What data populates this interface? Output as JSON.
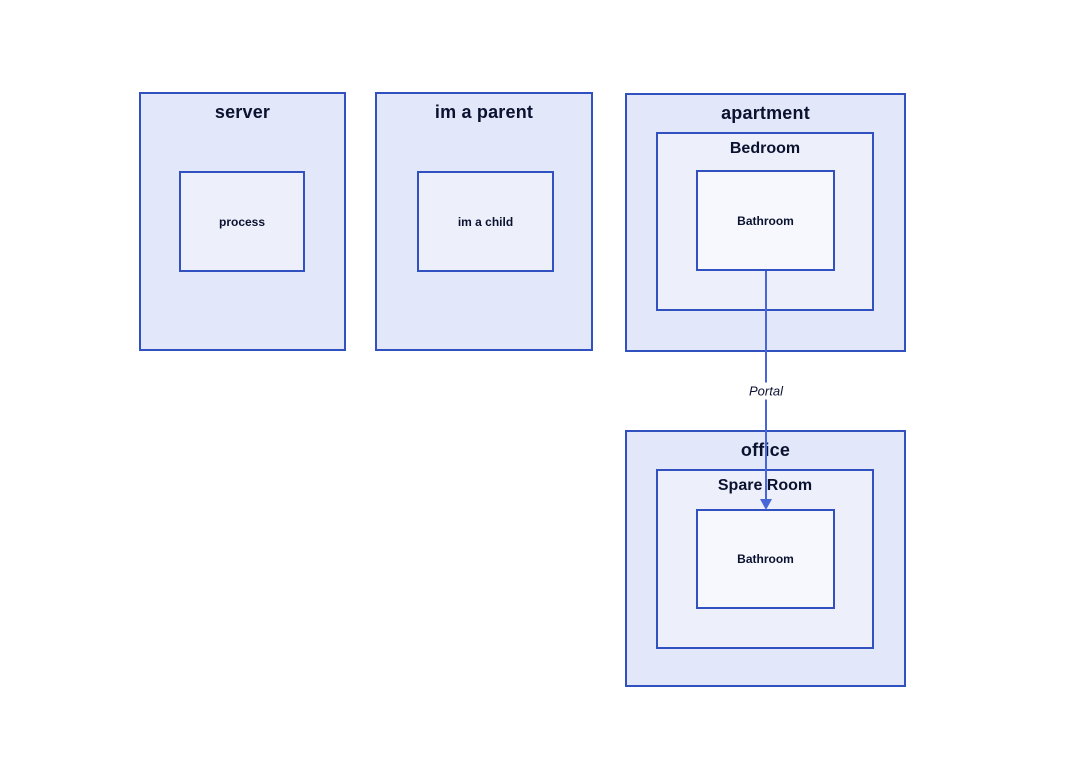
{
  "colors": {
    "canvas_bg": "#ffffff",
    "fill_l1": "#e2e8fa",
    "fill_l2": "#edf0fb",
    "fill_l3": "#f6f8fd",
    "border": "#3251c0",
    "edge": "#4767d8",
    "label": "#0b1230"
  },
  "nodes": {
    "server": {
      "label": "server"
    },
    "process": {
      "label": "process"
    },
    "parent": {
      "label": "im a parent"
    },
    "child": {
      "label": "im a child"
    },
    "apartment": {
      "label": "apartment"
    },
    "bedroom": {
      "label": "Bedroom"
    },
    "apartment_bathroom": {
      "label": "Bathroom"
    },
    "office": {
      "label": "office"
    },
    "spare_room": {
      "label": "Spare Room"
    },
    "office_bathroom": {
      "label": "Bathroom"
    }
  },
  "edge": {
    "label": "Portal",
    "from": "apartment / Bedroom / Bathroom",
    "to": "office / Spare Room / Bathroom",
    "direction": "down"
  }
}
